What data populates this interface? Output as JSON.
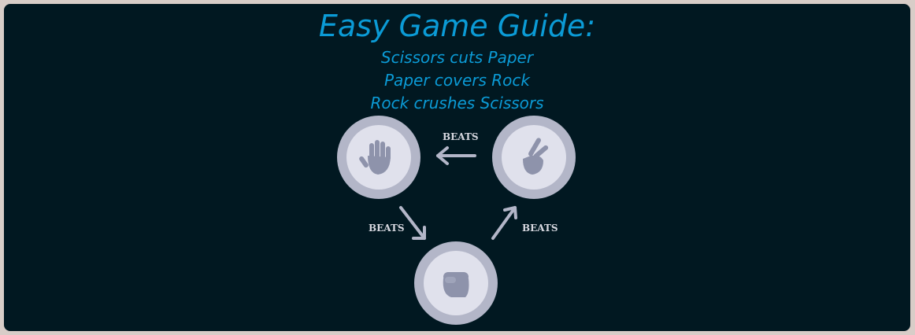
{
  "guide": {
    "title": "Easy Game Guide:",
    "rules": [
      "Scissors cuts Paper",
      "Paper covers Rock",
      "Rock crushes Scissors"
    ],
    "beats_label": "BEATS"
  },
  "moves": {
    "paper": {
      "icon": "hand-paper-icon"
    },
    "scissors": {
      "icon": "hand-scissors-icon"
    },
    "rock": {
      "icon": "hand-rock-icon"
    }
  },
  "colors": {
    "background": "#011821",
    "accent": "#0b9bd6",
    "coin_outer": "#b3b6c8",
    "coin_inner": "#e0e1ec",
    "icon": "#8e93ab",
    "arrow": "#b3b6c8"
  }
}
